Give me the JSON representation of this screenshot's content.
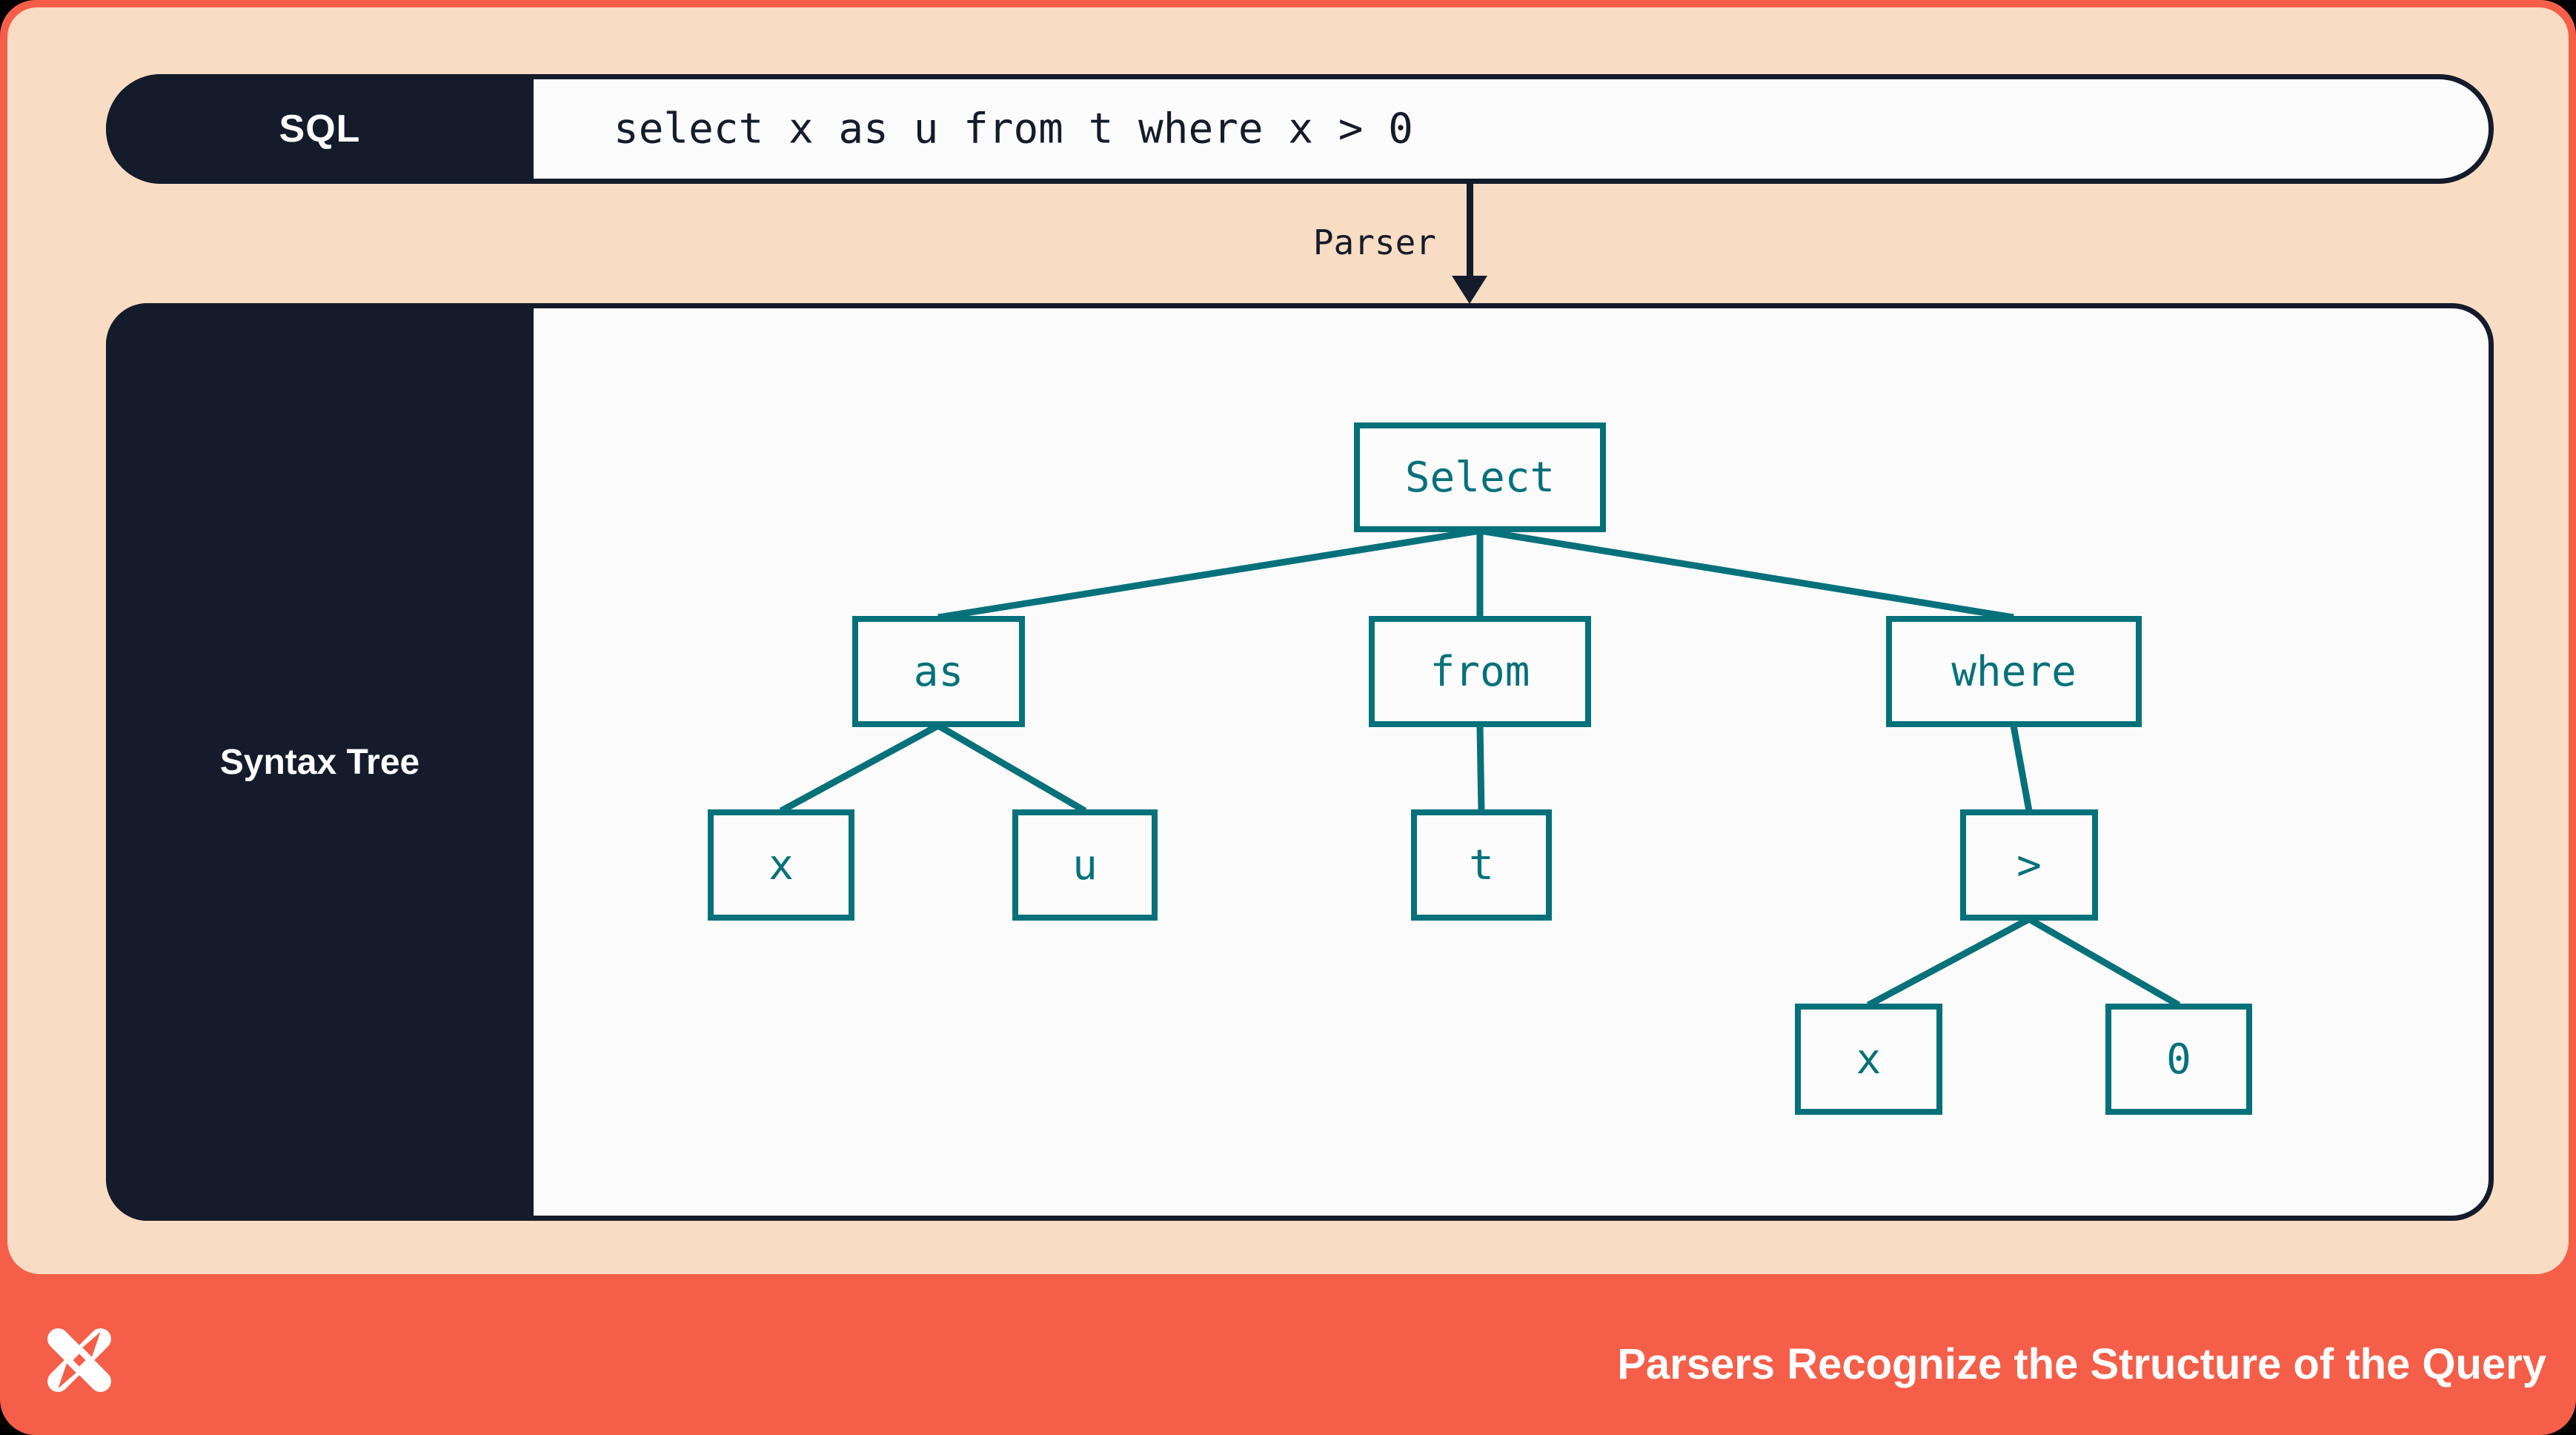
{
  "colors": {
    "accent_orange": "#F55E48",
    "peach_background": "#F8DCC3",
    "dark_navy": "#141B2B",
    "tree_teal": "#06717A",
    "panel_white": "#FBFBFC"
  },
  "sql_bar": {
    "label": "SQL",
    "query": "select x as u from t where x > 0"
  },
  "parser_arrow": {
    "label": "Parser",
    "icon": "down-arrow-icon"
  },
  "syntax_tree": {
    "label": "Syntax Tree",
    "nodes": [
      {
        "id": "select",
        "label": "Select"
      },
      {
        "id": "as",
        "label": "as"
      },
      {
        "id": "from",
        "label": "from"
      },
      {
        "id": "where",
        "label": "where"
      },
      {
        "id": "x1",
        "label": "x"
      },
      {
        "id": "u",
        "label": "u"
      },
      {
        "id": "t",
        "label": "t"
      },
      {
        "id": "gt",
        "label": ">"
      },
      {
        "id": "x2",
        "label": "x"
      },
      {
        "id": "zero",
        "label": "0"
      }
    ],
    "edges": [
      [
        "select",
        "as"
      ],
      [
        "select",
        "from"
      ],
      [
        "select",
        "where"
      ],
      [
        "as",
        "x1"
      ],
      [
        "as",
        "u"
      ],
      [
        "from",
        "t"
      ],
      [
        "where",
        "gt"
      ],
      [
        "gt",
        "x2"
      ],
      [
        "gt",
        "zero"
      ]
    ]
  },
  "footer": {
    "logo_icon": "dolt-pinwheel-logo-icon",
    "caption": "Parsers Recognize the Structure of the Query"
  }
}
